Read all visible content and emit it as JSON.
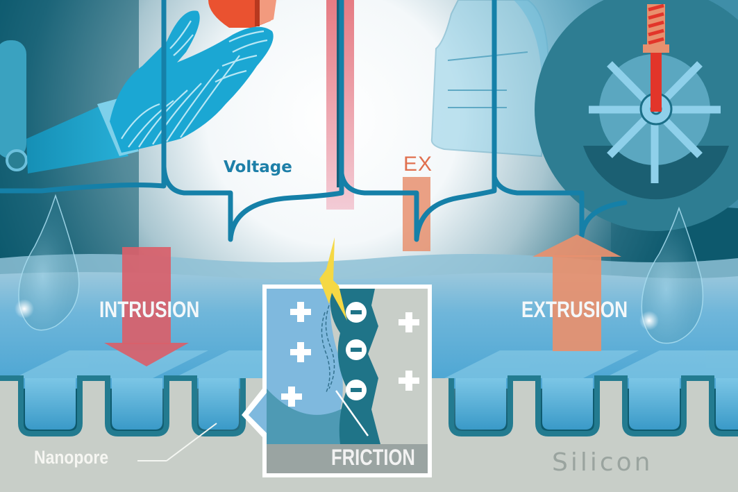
{
  "figure": {
    "type": "scientific-illustration",
    "subject": "Nanopore intrusion-extrusion friction voltage generation"
  },
  "labels": {
    "voltage": "Voltage",
    "ex_marker": "EX",
    "intrusion": "INTRUSION",
    "extrusion": "EXTRUSION",
    "friction": "FRICTION",
    "nanopore": "Nanopore",
    "silicon": "Silicon"
  },
  "friction_inset": {
    "left_charges": [
      "+",
      "+",
      "+"
    ],
    "middle_charges": [
      "−",
      "−",
      "−"
    ],
    "right_charges": [
      "+",
      "+"
    ]
  },
  "icons": [
    "robotic-hand-icon",
    "red-cube-icon",
    "water-drop-icon",
    "down-arrow-icon",
    "up-arrow-icon",
    "lightning-bolt-icon",
    "spring-plunger-icon",
    "spoked-wheel-icon",
    "sparkle-icon"
  ],
  "colors": {
    "dark_teal": "#0d5a6e",
    "mid_teal": "#2a7f93",
    "water_blue": "#62b4d8",
    "light_blue": "#8fd0ea",
    "signal_line": "#1580a8",
    "intrusion_arrow": "#d9606a",
    "extrusion_arrow": "#e8906e",
    "ex_marker": "#e0704f",
    "silicon_gray": "#c8cec8",
    "glove_blue": "#1ba7d3",
    "lightning_yellow": "#f5d844",
    "spring_red": "#e2352a"
  }
}
